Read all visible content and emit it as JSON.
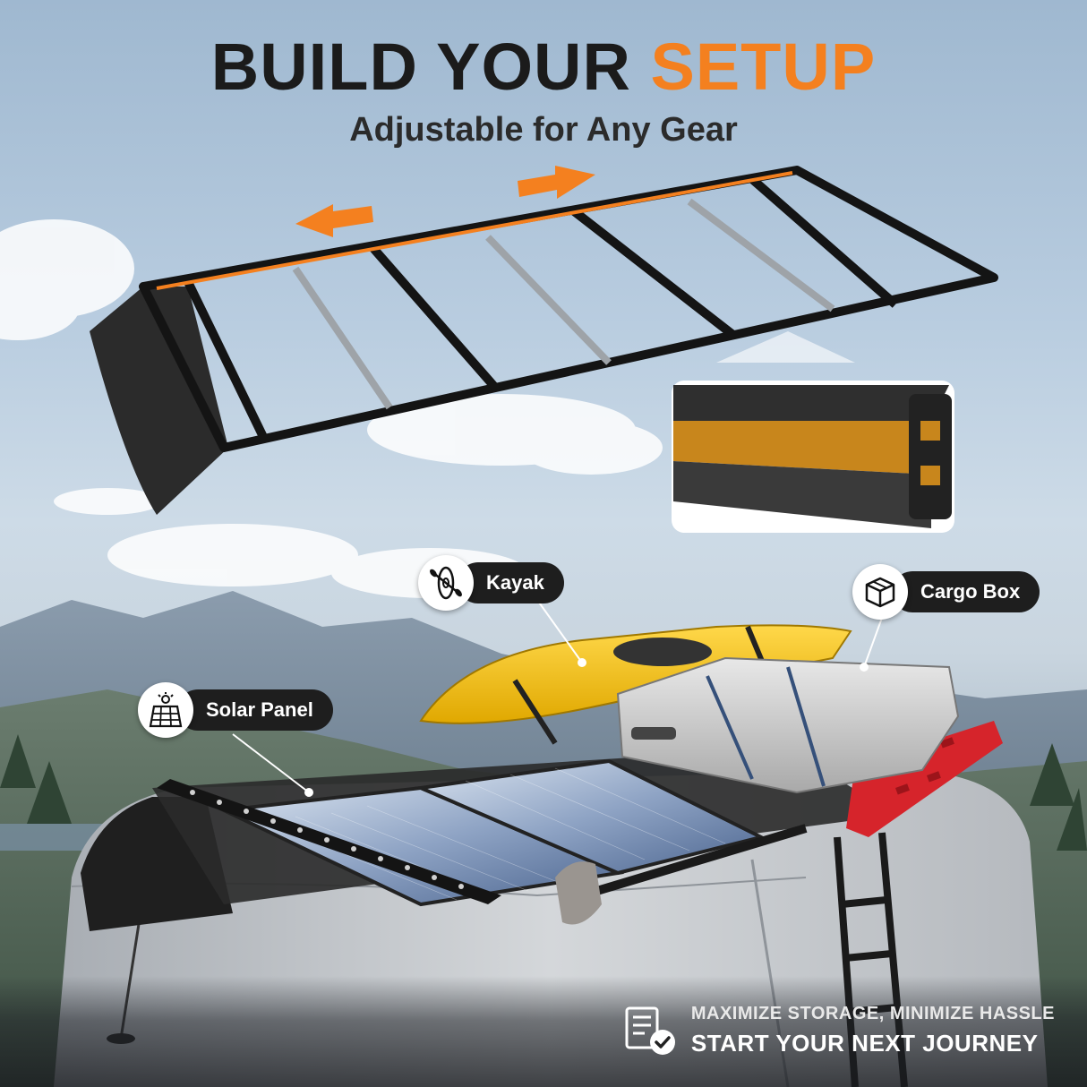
{
  "header": {
    "title_part1": "BUILD YOUR",
    "title_part2": "SETUP",
    "subtitle": "Adjustable for Any Gear"
  },
  "callouts": [
    {
      "label": "Kayak",
      "icon": "kayak-icon"
    },
    {
      "label": "Cargo Box",
      "icon": "box-icon"
    },
    {
      "label": "Solar Panel",
      "icon": "solar-panel-icon"
    }
  ],
  "footer": {
    "line1": "MAXIMIZE STORAGE, MINIMIZE HASSLE",
    "line2": "START YOUR NEXT JOURNEY",
    "icon": "checklist-icon"
  },
  "colors": {
    "accent": "#f4801f",
    "dark": "#1b1b1b",
    "pill": "#1e1e1e"
  }
}
